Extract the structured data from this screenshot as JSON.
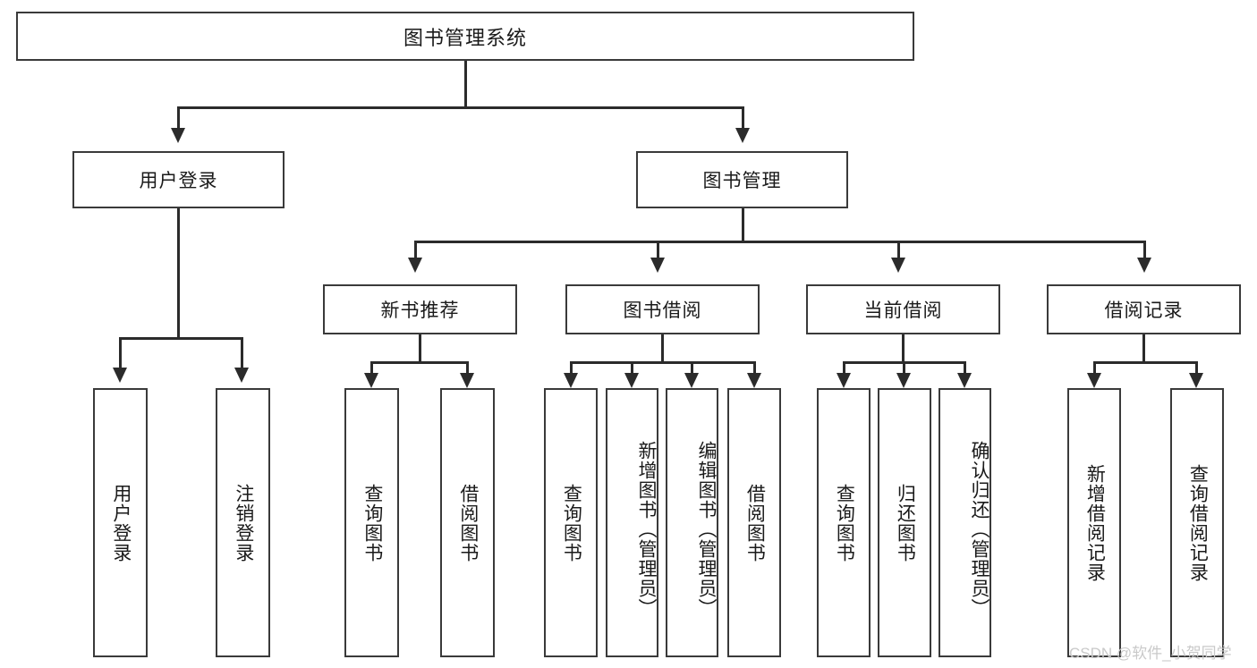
{
  "diagram": {
    "title_node": {
      "label": "图书管理系统"
    },
    "level2": [
      {
        "key": "user_login",
        "label": "用户登录"
      },
      {
        "key": "book_manage",
        "label": "图书管理"
      }
    ],
    "level3": [
      {
        "key": "new_book_rec",
        "label": "新书推荐"
      },
      {
        "key": "book_borrow",
        "label": "图书借阅"
      },
      {
        "key": "current_borrow",
        "label": "当前借阅"
      },
      {
        "key": "borrow_record",
        "label": "借阅记录"
      }
    ],
    "leaves": {
      "user_login": [
        {
          "key": "login",
          "label": "用户登录"
        },
        {
          "key": "logout",
          "label": "注销登录"
        }
      ],
      "new_book_rec": [
        {
          "key": "query_book_1",
          "label": "查询图书"
        },
        {
          "key": "borrow_book_1",
          "label": "借阅图书"
        }
      ],
      "book_borrow": [
        {
          "key": "query_book_2",
          "label": "查询图书"
        },
        {
          "key": "add_book",
          "label": "新增图书（管理员）"
        },
        {
          "key": "edit_book",
          "label": "编辑图书（管理员）"
        },
        {
          "key": "borrow_book_2",
          "label": "借阅图书"
        }
      ],
      "current_borrow": [
        {
          "key": "query_book_3",
          "label": "查询图书"
        },
        {
          "key": "return_book",
          "label": "归还图书"
        },
        {
          "key": "confirm_return",
          "label": "确认归还（管理员）"
        }
      ],
      "borrow_record": [
        {
          "key": "add_record",
          "label": "新增借阅记录"
        },
        {
          "key": "query_record",
          "label": "查询借阅记录"
        }
      ]
    }
  },
  "watermark": {
    "text": "CSDN @软件_小贺同学"
  },
  "colors": {
    "border": "#3a3a3a",
    "connector": "#2b2b2b",
    "background": "#ffffff",
    "text": "#1a1a1a",
    "watermark": "#c9c9c9"
  }
}
